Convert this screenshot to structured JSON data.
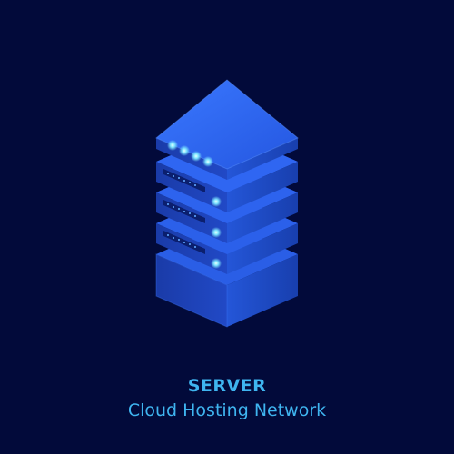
{
  "caption": {
    "title": "SERVER",
    "subtitle": "Cloud Hosting Network"
  },
  "illustration": {
    "subject": "server-rack",
    "units": 4,
    "indicator_lights_on_top_unit": 4
  },
  "colors": {
    "background": "#020a3a",
    "text": "#3fb5f0",
    "server_top": "#2f6cf0",
    "server_left": "#1b3fb8",
    "server_right": "#1d4fd6",
    "glow": "#7fe6ff"
  }
}
